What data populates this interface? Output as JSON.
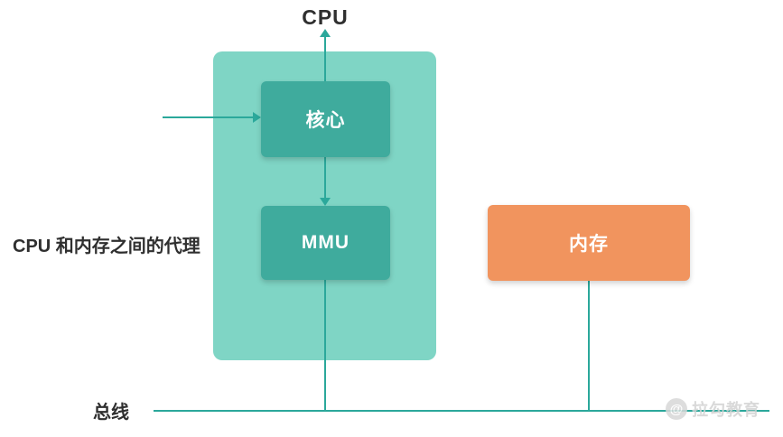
{
  "diagram": {
    "cpu_label": "CPU",
    "left_caption": "CPU 和内存之间的代理",
    "bus_label": "总线",
    "nodes": {
      "core": {
        "label": "核心",
        "color": "#3fab9d"
      },
      "mmu": {
        "label": "MMU",
        "color": "#3fab9d"
      },
      "memory": {
        "label": "内存",
        "color": "#f1945e"
      }
    },
    "container_color": "#7fd5c5",
    "line_color": "#2ba89b",
    "text_color": "#2f2f2f",
    "edges": [
      {
        "from": "core",
        "to": "CPU",
        "direction": "up"
      },
      {
        "from": "external-left",
        "to": "core",
        "direction": "right"
      },
      {
        "from": "core",
        "to": "mmu",
        "direction": "down"
      },
      {
        "from": "mmu",
        "to": "bus",
        "direction": "down"
      },
      {
        "from": "memory",
        "to": "bus",
        "direction": "down"
      }
    ],
    "watermark": {
      "icon_glyph": "@",
      "text": "拉勾教育"
    }
  }
}
